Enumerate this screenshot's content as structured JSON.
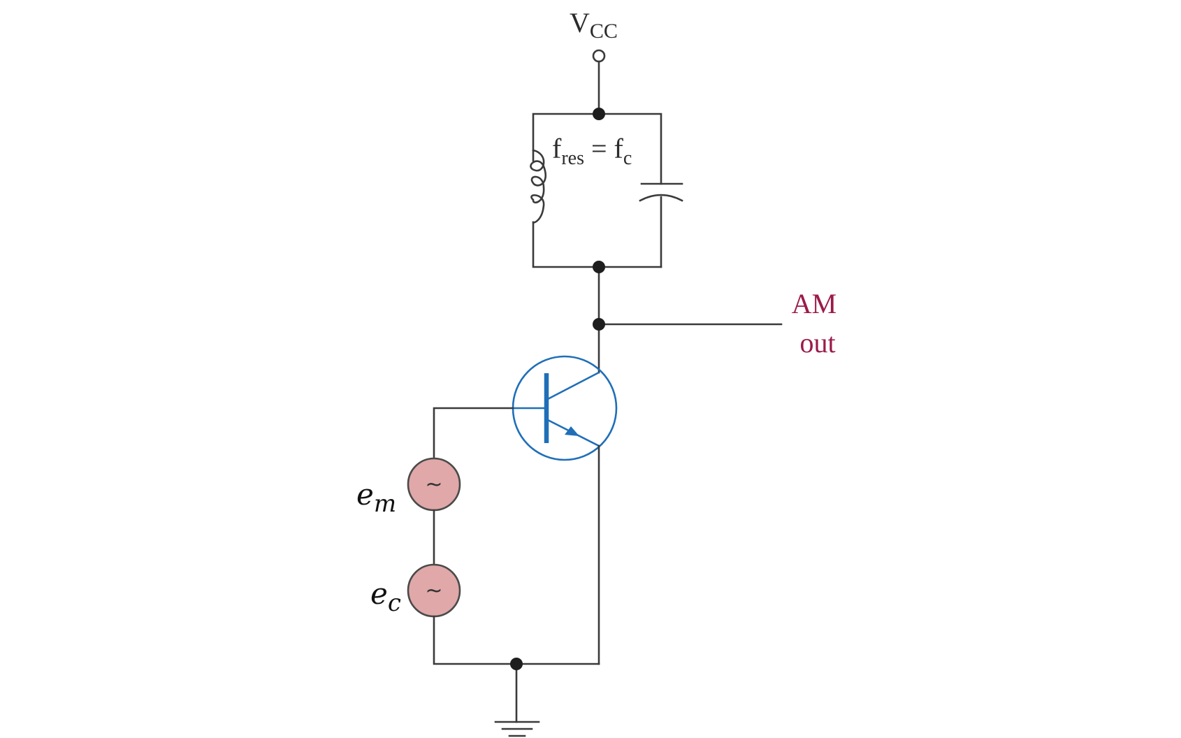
{
  "labels": {
    "vcc_main": "V",
    "vcc_sub": "CC",
    "tank_f1": "f",
    "tank_res": "res",
    "tank_eq": " = ",
    "tank_f2": "f",
    "tank_c": "c",
    "am_line1": "AM",
    "am_line2": "out",
    "em_main": "e",
    "em_sub": "m",
    "ec_main": "e",
    "ec_sub": "c",
    "source_symbol": "~"
  },
  "colors": {
    "wire": "#3a3a3a",
    "transistor": "#1f6fb8",
    "am_label": "#9b1b4a",
    "source_fill": "#e0a8a8"
  },
  "icons": {
    "inductor": "inductor-coil-icon",
    "capacitor": "capacitor-icon",
    "transistor": "npn-transistor-icon",
    "ac_source": "ac-source-icon",
    "ground": "ground-icon",
    "terminal": "open-terminal-icon"
  }
}
